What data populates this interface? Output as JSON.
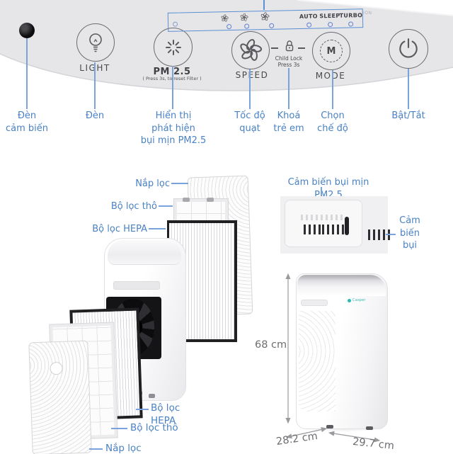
{
  "colors": {
    "label_blue": "#4a82c4",
    "line_blue": "#79a3dc",
    "box_blue": "#5b8fd6",
    "panel_gray": "#e6e6e8",
    "dim_gray": "#6e6e72",
    "brand_teal": "#2cb9b0"
  },
  "panel": {
    "ion": "ION",
    "box_labels": [
      "AUTO",
      "SLEEP",
      "TURBO"
    ],
    "light": "LIGHT",
    "pm": "PM 2.5",
    "pm_sub": "( Press 3s, to reset Filter )",
    "speed": "SPEED",
    "childlock": "Child Lock\nPress 3s",
    "mode": "MODE",
    "mode_letter": "M"
  },
  "callouts": {
    "sensor": "Đèn\ncảm biến",
    "light": "Đèn",
    "pm": "Hiển thị\nphát hiện\nbụi mịn PM2.5",
    "speed": "Tốc độ\nquạt",
    "childlock": "Khoá\ntrẻ em",
    "mode": "Chọn\nchế độ",
    "power": "Bật/Tắt"
  },
  "filters": {
    "top": [
      "Nắp lọc",
      "Bộ lọc thô",
      "Bộ lọc HEPA"
    ],
    "bottom": [
      "Bộ lọc HEPA",
      "Bộ lọc thô",
      "Nắp lọc"
    ]
  },
  "sensor": {
    "title": "Cảm biến bụi mịn PM2.5",
    "side": "Cảm\nbiến\nbụi"
  },
  "dims": {
    "height": "68 cm",
    "depth": "28.2 cm",
    "width": "29.7 cm",
    "brand": "Casper"
  }
}
